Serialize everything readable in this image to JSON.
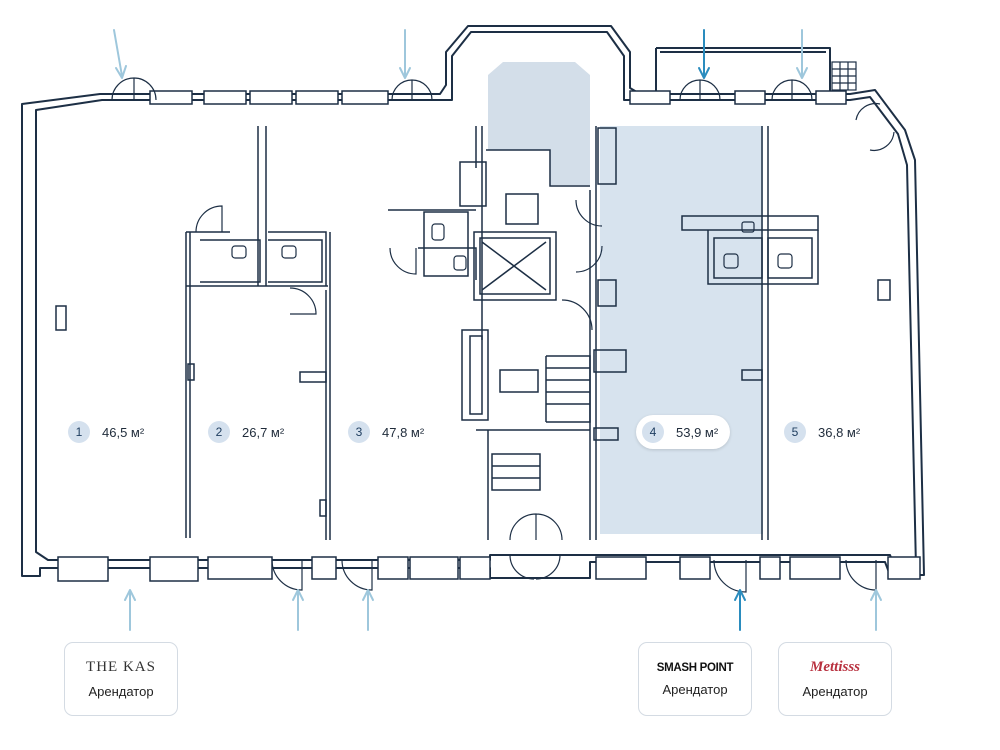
{
  "units": [
    {
      "number": "1",
      "area": "46,5 м²",
      "selected": false
    },
    {
      "number": "2",
      "area": "26,7 м²",
      "selected": false
    },
    {
      "number": "3",
      "area": "47,8 м²",
      "selected": false
    },
    {
      "number": "4",
      "area": "53,9 м²",
      "selected": true
    },
    {
      "number": "5",
      "area": "36,8 м²",
      "selected": false
    }
  ],
  "tenants": [
    {
      "logo": "THE KAS",
      "role": "Арендатор"
    },
    {
      "logo": "SMASH POINT",
      "role": "Арендатор"
    },
    {
      "logo": "Mettisss",
      "role": "Арендатор"
    }
  ],
  "colors": {
    "wall": "#1d2f45",
    "selected_fill": "#d7e3ee",
    "core_fill": "#d3dee9",
    "entrance_arrow": "#9ec7dc",
    "entrance_arrow_active": "#2a8cbe",
    "logo_accent": "#b8313f"
  }
}
